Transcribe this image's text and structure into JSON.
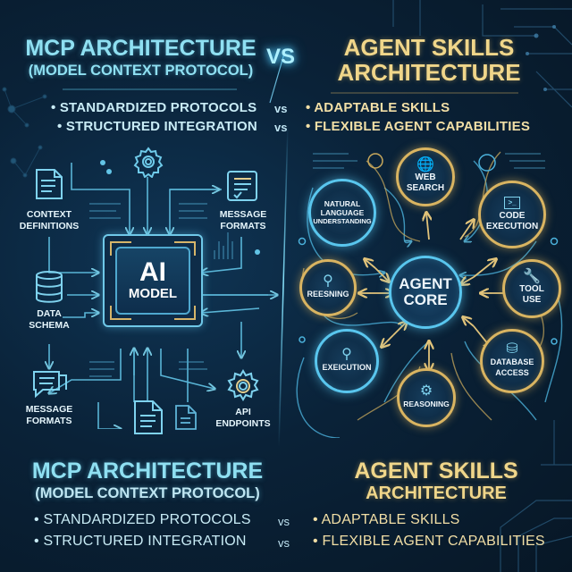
{
  "header": {
    "left_title": "MCP ARCHITECTURE",
    "left_subtitle": "(MODEL CONTEXT PROTOCOL)",
    "vs_label": "VS",
    "right_title_line1": "AGENT SKILLS",
    "right_title_line2": "ARCHITECTURE",
    "left_bullets": [
      "• STANDARDIZED PROTOCOLS",
      "• STRUCTURED INTEGRATION"
    ],
    "vs_rows": [
      "vs",
      "vs"
    ],
    "right_bullets": [
      "• ADAPTABLE SKILLS",
      "• FLEXIBLE AGENT CAPABILITIES"
    ]
  },
  "mcp_diagram": {
    "center": {
      "line1": "AI",
      "line2": "MODEL"
    },
    "components": [
      {
        "id": "context-definitions",
        "line1": "CONTEXT",
        "line2": "DEFINITIONS",
        "icon": "document-icon"
      },
      {
        "id": "message-formats-top",
        "line1": "MESSAGE",
        "line2": "FORMATS",
        "icon": "checklist-icon"
      },
      {
        "id": "data-schema",
        "line1": "DATA",
        "line2": "SCHEMA",
        "icon": "database-icon"
      },
      {
        "id": "message-formats-bottom",
        "line1": "MESSAGE",
        "line2": "FORMATS",
        "icon": "chat-icon"
      },
      {
        "id": "api-endpoints",
        "line1": "API",
        "line2": "ENDPOINTS",
        "icon": "gear-icon"
      }
    ]
  },
  "agent_diagram": {
    "center": {
      "line1": "AGENT",
      "line2": "CORE"
    },
    "skills": [
      {
        "id": "web-search",
        "line1": "WEB",
        "line2": "SEARCH",
        "icon": "globe-icon",
        "ring": "gold"
      },
      {
        "id": "nlu",
        "line1": "NATURAL",
        "line2": "LANGUAGE",
        "line3": "UNDERSTANDING",
        "icon": "",
        "ring": "blue"
      },
      {
        "id": "code-execution",
        "line1": "CODE",
        "line2": "EXECUTION",
        "icon": "terminal-icon",
        "ring": "gold"
      },
      {
        "id": "reesning",
        "line1": "REESNING",
        "line2": "",
        "icon": "search-icon",
        "ring": "gold"
      },
      {
        "id": "tool-use",
        "line1": "TOOL",
        "line2": "USE",
        "icon": "tools-icon",
        "ring": "gold"
      },
      {
        "id": "execution",
        "line1": "EXEICUTION",
        "line2": "",
        "icon": "search-icon",
        "ring": "blue"
      },
      {
        "id": "database-access",
        "line1": "DATABASE",
        "line2": "ACCESS",
        "icon": "database-icon",
        "ring": "gold"
      },
      {
        "id": "reasoning",
        "line1": "REASONING",
        "line2": "",
        "icon": "gear-check-icon",
        "ring": "gold"
      }
    ]
  },
  "footer": {
    "left_title": "MCP ARCHITECTURE",
    "left_subtitle": "(MODEL CONTEXT PROTOCOL)",
    "right_title_line1": "AGENT SKILLS",
    "right_title_line2": "ARCHITECTURE",
    "left_bullets": [
      "• STANDARDIZED PROTOCOLS",
      "• STRUCTURED INTEGRATION"
    ],
    "vs_rows": [
      "vs",
      "vs"
    ],
    "right_bullets": [
      "• ADAPTABLE SKILLS",
      "• FLEXIBLE AGENT CAPABILITIES"
    ]
  },
  "colors": {
    "background": "#0a2238",
    "mcp_accent": "#8fe0f2",
    "agent_accent": "#f0d68a",
    "gold_ring": "#d9b461",
    "blue_ring": "#59c6ee"
  }
}
